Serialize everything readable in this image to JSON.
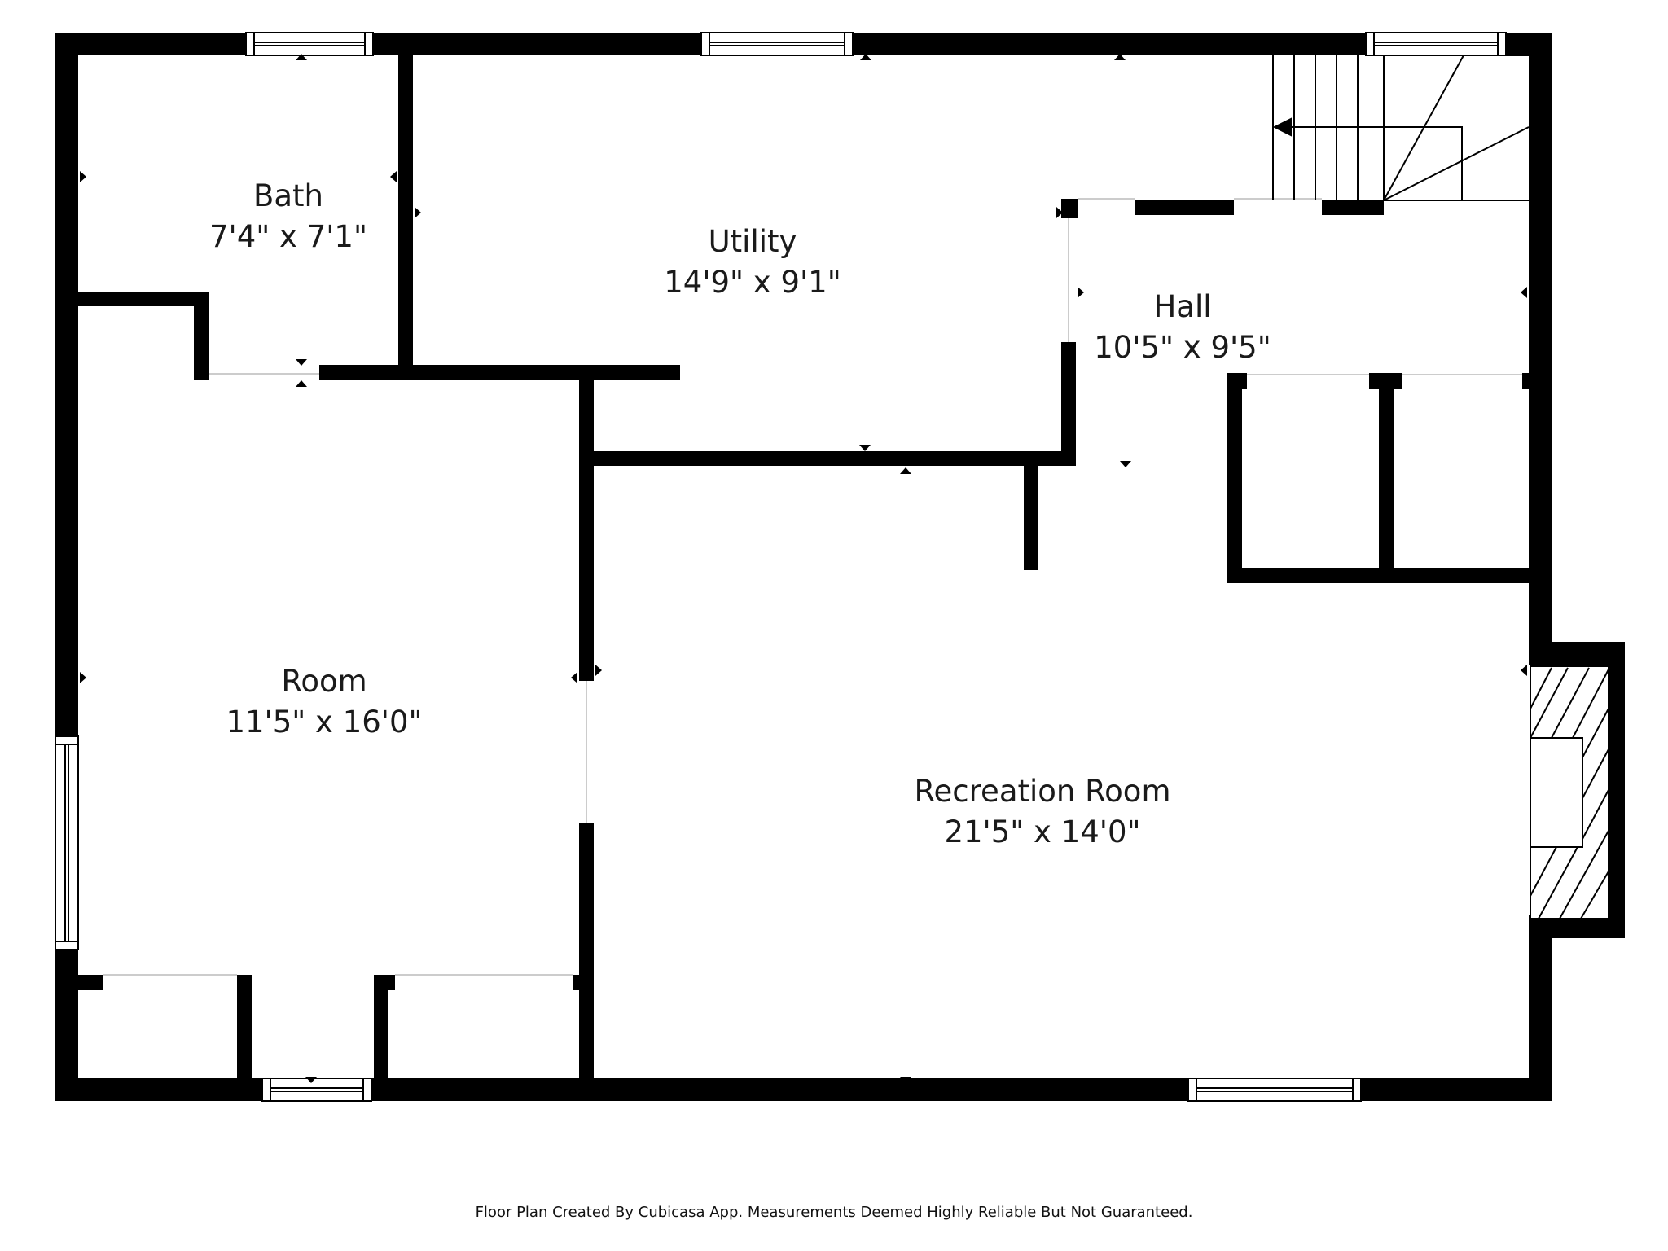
{
  "rooms": {
    "bath": {
      "name": "Bath",
      "dims": "7'4\" x 7'1\""
    },
    "utility": {
      "name": "Utility",
      "dims": "14'9\" x 9'1\""
    },
    "hall": {
      "name": "Hall",
      "dims": "10'5\" x 9'5\""
    },
    "room": {
      "name": "Room",
      "dims": "11'5\" x 16'0\""
    },
    "recreation": {
      "name": "Recreation Room",
      "dims": "21'5\" x 14'0\""
    }
  },
  "footer": "Floor Plan Created By Cubicasa App. Measurements Deemed Highly Reliable But Not Guaranteed.",
  "colors": {
    "wall": "#000000",
    "background": "#ffffff"
  }
}
